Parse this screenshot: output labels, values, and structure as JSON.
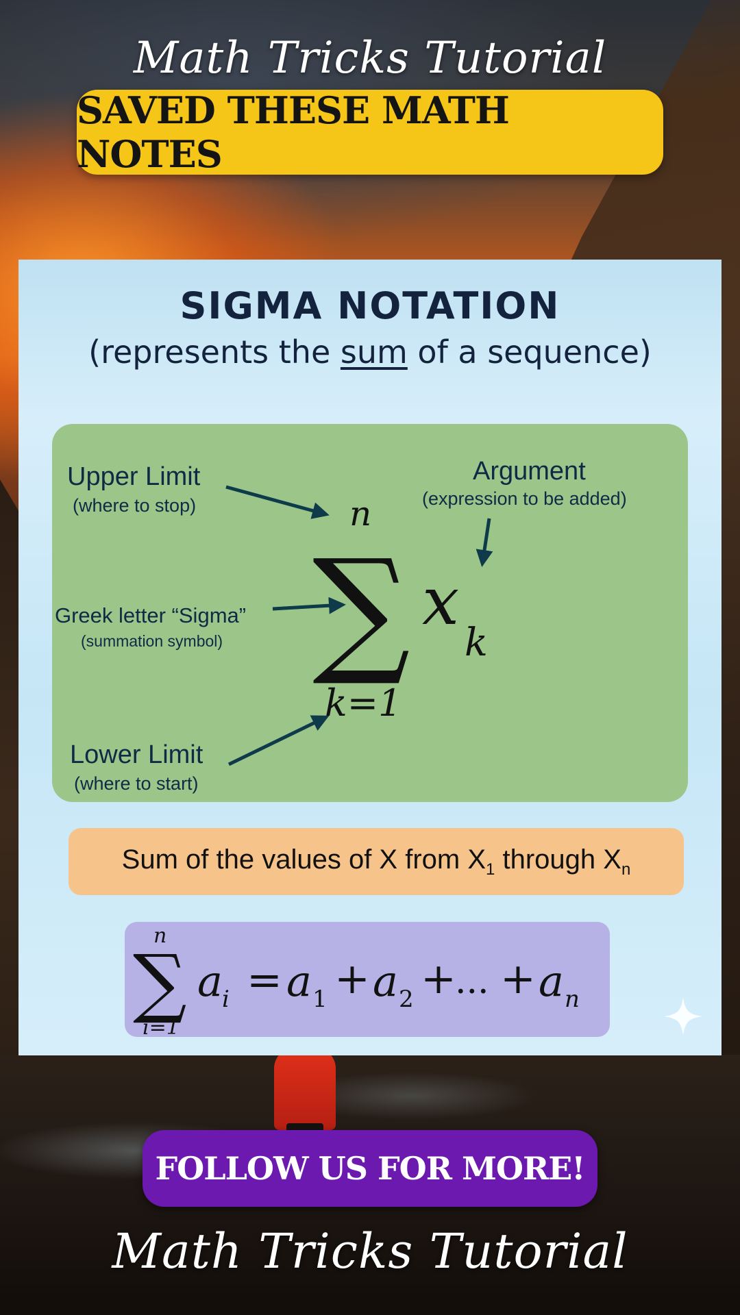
{
  "header": {
    "brand": "Math Tricks Tutorial",
    "banner": "SAVED THESE MATH NOTES"
  },
  "card": {
    "title": "SIGMA NOTATION",
    "subtitle_before": "(represents the ",
    "subtitle_underlined": "sum",
    "subtitle_after": " of a sequence)",
    "diagram": {
      "upper_limit": "Upper Limit",
      "upper_limit_note": "(where to stop)",
      "argument": "Argument",
      "argument_note": "(expression to be added)",
      "sigma_label": "Greek letter “Sigma”",
      "sigma_note": "(summation symbol)",
      "lower_limit": "Lower Limit",
      "lower_limit_note": "(where to start)",
      "upper_var": "n",
      "sigma": "∑",
      "term_var": "x",
      "term_sub": "k",
      "lower_expr": "k=1"
    },
    "description": {
      "before": "Sum of the values of X from X",
      "sub1": "1",
      "middle": " through X",
      "sub2": "n"
    },
    "formula": {
      "upper": "n",
      "sigma": "∑",
      "lower": "i=1",
      "lhs_var": "a",
      "lhs_sub": "i",
      "equals": "=",
      "t1": "a",
      "t1_sub": "1",
      "plus": "+",
      "t2": "a",
      "t2_sub": "2",
      "dots": "...",
      "tn": "a",
      "tn_sub": "n"
    }
  },
  "footer": {
    "follow": "FOLLOW US FOR MORE!",
    "brand": "Math Tricks Tutorial"
  },
  "colors": {
    "banner_yellow": "#f5c518",
    "follow_purple": "#6c19b0",
    "diagram_green": "#9cc58a",
    "description_orange": "#f6c48a",
    "formula_purple": "#b6b2e6",
    "ink_navy": "#13223d"
  }
}
